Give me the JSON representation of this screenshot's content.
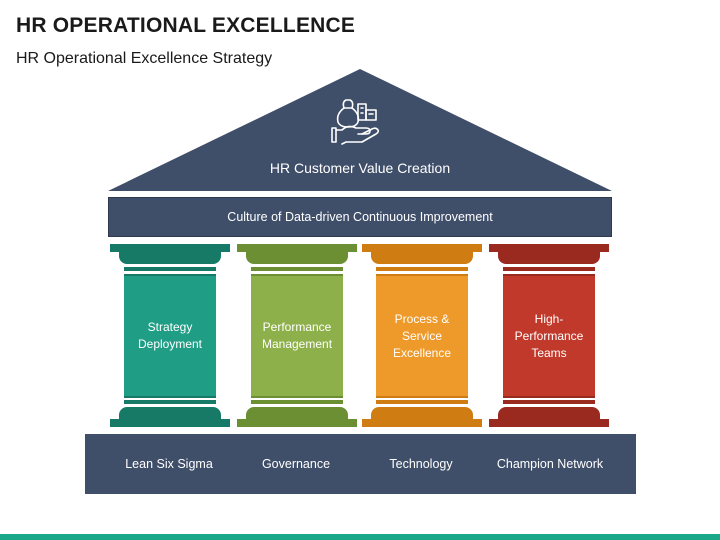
{
  "header": {
    "title": "HR OPERATIONAL EXCELLENCE",
    "subtitle": "HR Operational Excellence Strategy"
  },
  "roof": {
    "label": "HR Customer Value Creation",
    "icon": "hand-money-building-icon",
    "color": "#3f4e69"
  },
  "beam": {
    "label": "Culture of Data-driven Continuous Improvement"
  },
  "pillars": [
    {
      "label": "Strategy Deployment",
      "lines": [
        "Strategy",
        "Deployment"
      ],
      "color": "#1f9e85",
      "dark": "#167a66"
    },
    {
      "label": "Performance Management",
      "lines": [
        "Performance",
        "Management"
      ],
      "color": "#8db04a",
      "dark": "#6d8f33"
    },
    {
      "label": "Process & Service Excellence",
      "lines": [
        "Process &",
        "Service",
        "Excellence"
      ],
      "color": "#ee9a2a",
      "dark": "#cf7d12"
    },
    {
      "label": "High-Performance Teams",
      "lines": [
        "High-",
        "Performance",
        "Teams"
      ],
      "color": "#c0392b",
      "dark": "#9a2a1f"
    }
  ],
  "foundation": {
    "items": [
      "Lean Six Sigma",
      "Governance",
      "Technology",
      "Champion Network"
    ]
  }
}
